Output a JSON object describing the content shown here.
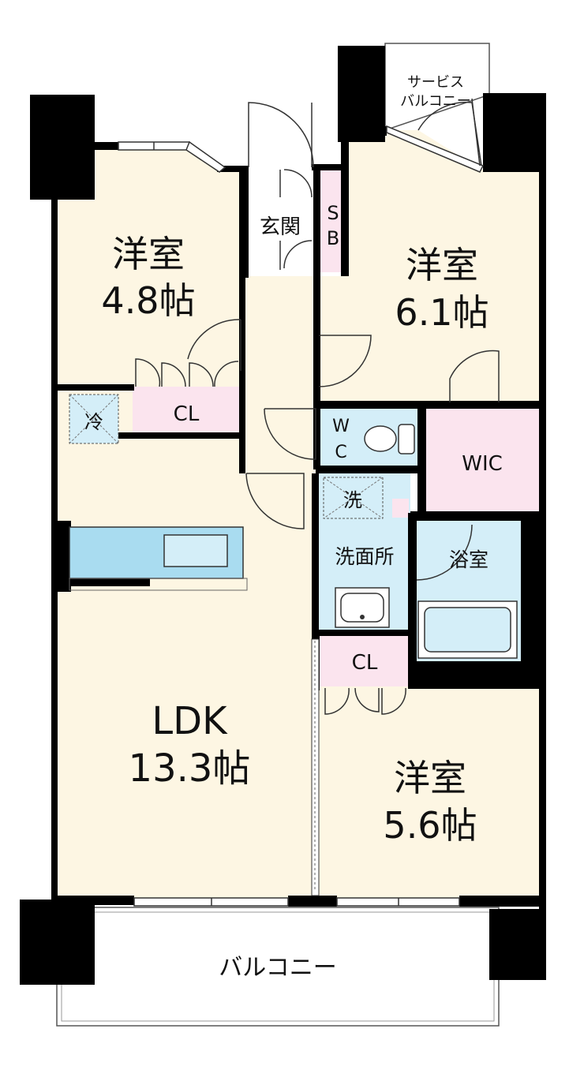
{
  "rooms": {
    "western_1": {
      "name": "洋室",
      "size": "4.8帖"
    },
    "western_2": {
      "name": "洋室",
      "size": "6.1帖"
    },
    "western_3": {
      "name": "洋室",
      "size": "5.6帖"
    },
    "ldk": {
      "name": "LDK",
      "size": "13.3帖"
    },
    "entrance": "玄関",
    "sb": [
      "S",
      "B"
    ],
    "wc": [
      "W",
      "C"
    ],
    "wic": "WIC",
    "washroom": "洗面所",
    "bath": "浴室",
    "closet_1": "CL",
    "closet_2": "CL",
    "fridge": "冷",
    "washer": "洗",
    "balcony": "バルコニー",
    "service_balcony": [
      "サービス",
      "バルコニー"
    ]
  },
  "colors": {
    "room_floor": "#fdf6e3",
    "closet": "#fbe4ee",
    "wet_area": "#d4eef8",
    "kitchen": "#a9dcf0",
    "wall": "#000000"
  }
}
